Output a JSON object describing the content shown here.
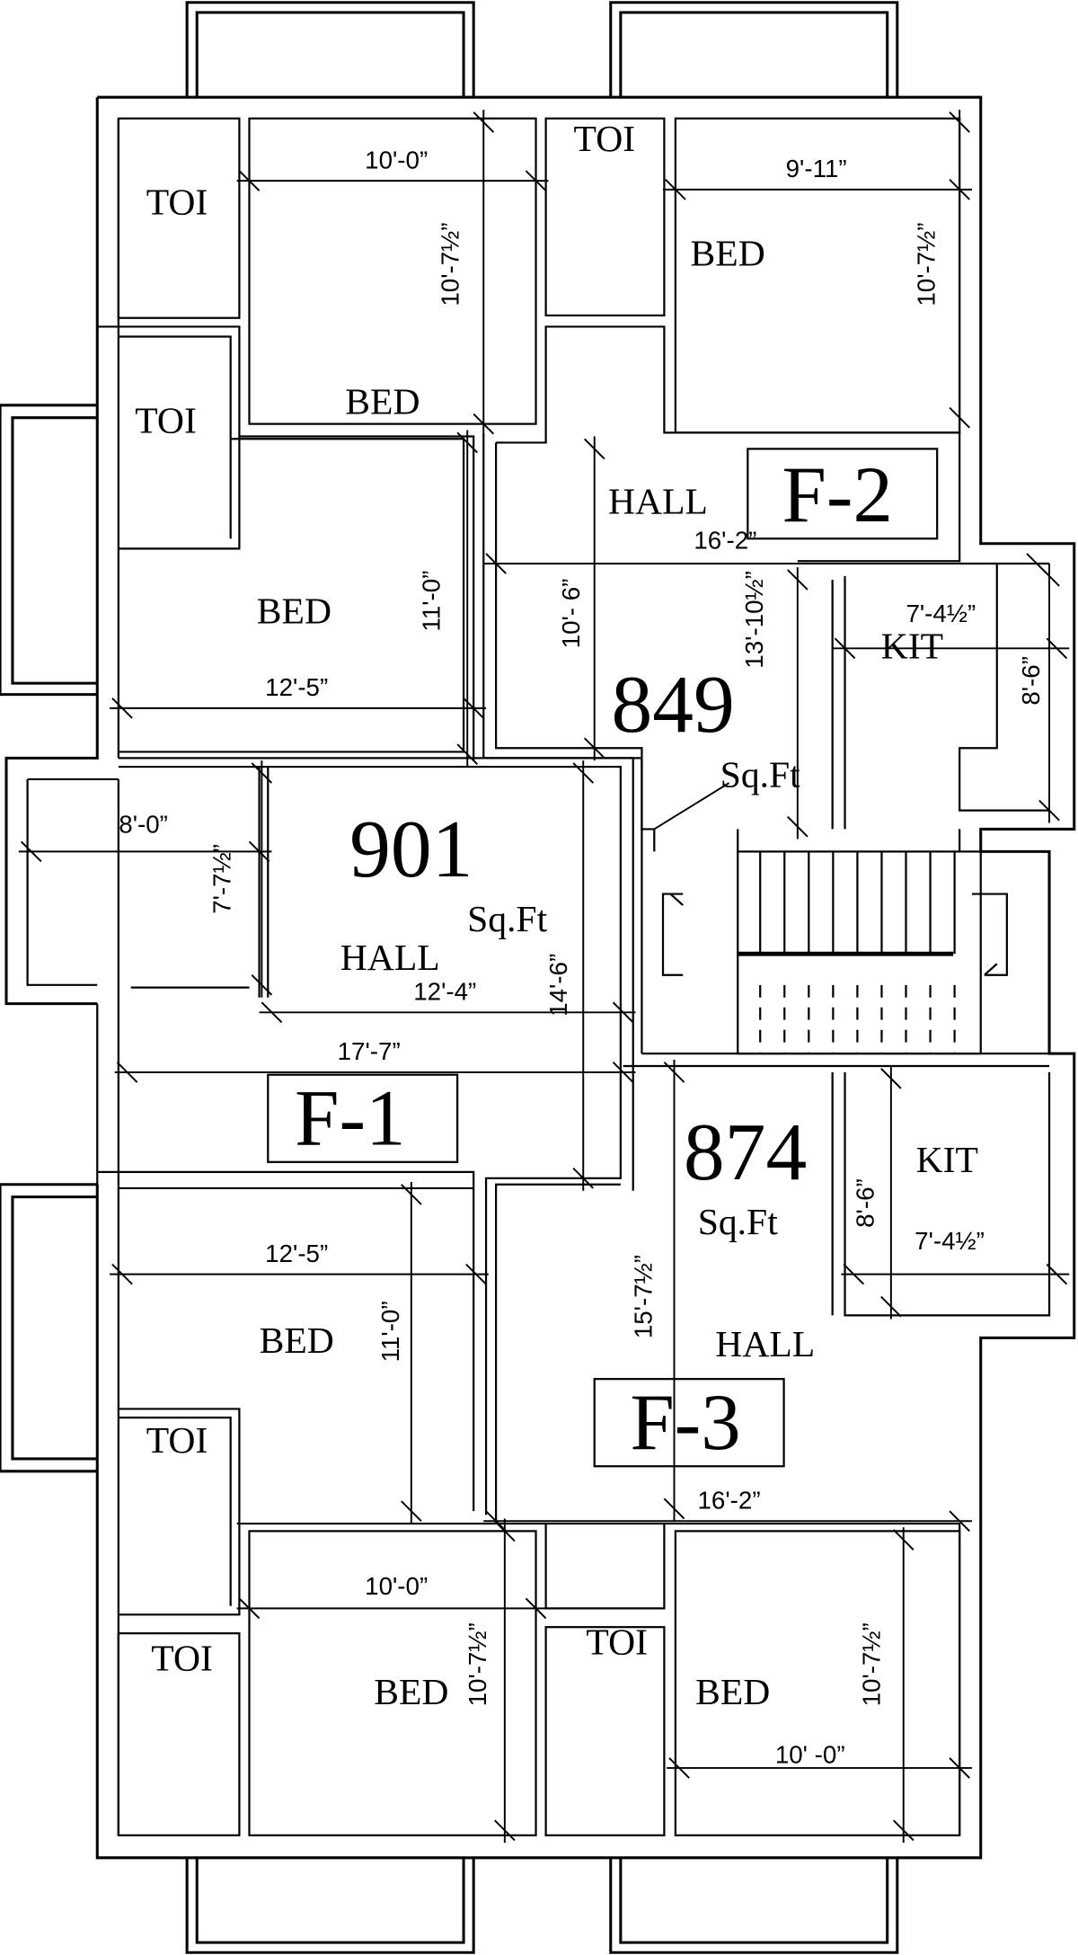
{
  "flat_f2": {
    "tag": "F-2",
    "area": "849",
    "unit": "Sq.Ft",
    "rooms": [
      "TOI",
      "TOI",
      "TOI",
      "BED",
      "BED",
      "BED",
      "HALL",
      "KIT"
    ],
    "dims": [
      "10'-0”",
      "10'-7½”",
      "9'-11”",
      "10'-7½”",
      "11'-0”",
      "12'-5”",
      "16'-2”",
      "10'- 6”",
      "13'-10½”",
      "7'-4½”",
      "8'-6”"
    ]
  },
  "flat_f1": {
    "tag": "F-1",
    "area": "901",
    "unit": "Sq.Ft",
    "rooms": [
      "HALL"
    ],
    "dims": [
      "8'-0”",
      "7'-7½”",
      "12'-4”",
      "14'-6”",
      "17'-7”"
    ]
  },
  "flat_f3": {
    "tag": "F-3",
    "area": "874",
    "unit": "Sq.Ft",
    "rooms": [
      "KIT",
      "HALL",
      "BED",
      "TOI",
      "TOI",
      "BED",
      "TOI",
      "BED"
    ],
    "dims": [
      "8'-6”",
      "7'-4½”",
      "15'-7½”",
      "16'-2”",
      "12'-5”",
      "11'-0”",
      "10'-0”",
      "10'-7½”",
      "10'-7½”",
      "10'  -0”"
    ]
  }
}
